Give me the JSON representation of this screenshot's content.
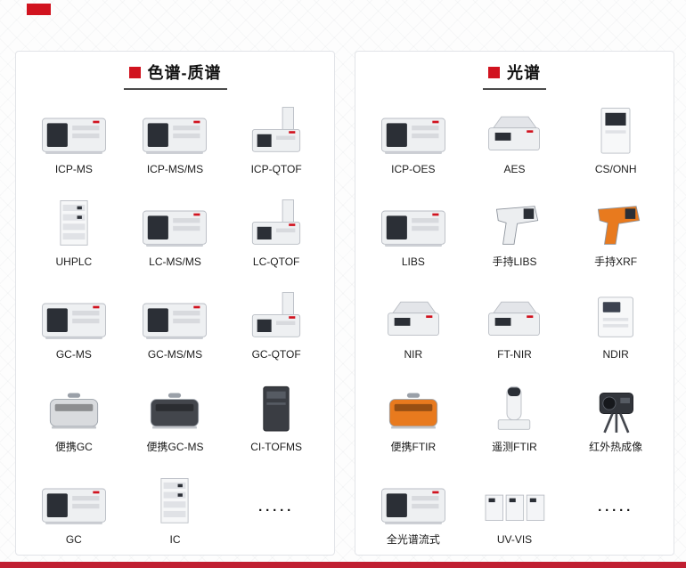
{
  "theme": {
    "accent_red": "#d1131f",
    "footer_red": "#c01f31",
    "title_underline": "#4a4a4a"
  },
  "panels": [
    {
      "title": "色谱-质谱",
      "items": [
        {
          "label": "ICP-MS",
          "icon": "bench"
        },
        {
          "label": "ICP-MS/MS",
          "icon": "bench"
        },
        {
          "label": "ICP-QTOF",
          "icon": "tower"
        },
        {
          "label": "UHPLC",
          "icon": "stack"
        },
        {
          "label": "LC-MS/MS",
          "icon": "bench"
        },
        {
          "label": "LC-QTOF",
          "icon": "tower"
        },
        {
          "label": "GC-MS",
          "icon": "bench"
        },
        {
          "label": "GC-MS/MS",
          "icon": "bench"
        },
        {
          "label": "GC-QTOF",
          "icon": "tower"
        },
        {
          "label": "便携GC",
          "icon": "portable",
          "accent": "#d9dbde"
        },
        {
          "label": "便携GC-MS",
          "icon": "portable",
          "accent": "#43464c"
        },
        {
          "label": "CI-TOFMS",
          "icon": "cabinet",
          "accent": "#3a3d43"
        },
        {
          "label": "GC",
          "icon": "bench"
        },
        {
          "label": "IC",
          "icon": "stack"
        },
        {
          "label": "·····",
          "icon": "dots"
        }
      ]
    },
    {
      "title": "光谱",
      "items": [
        {
          "label": "ICP-OES",
          "icon": "bench"
        },
        {
          "label": "AES",
          "icon": "boxlid"
        },
        {
          "label": "CS/ONH",
          "icon": "cabinet-white"
        },
        {
          "label": "LIBS",
          "icon": "bench"
        },
        {
          "label": "手持LIBS",
          "icon": "handheld",
          "accent": "#eceef0"
        },
        {
          "label": "手持XRF",
          "icon": "handheld",
          "accent": "#e87a1e"
        },
        {
          "label": "NIR",
          "icon": "boxlid"
        },
        {
          "label": "FT-NIR",
          "icon": "boxlid"
        },
        {
          "label": "NDIR",
          "icon": "screenbox"
        },
        {
          "label": "便携FTIR",
          "icon": "portable",
          "accent": "#e87a1e"
        },
        {
          "label": "遥测FTIR",
          "icon": "cylinder"
        },
        {
          "label": "红外热成像",
          "icon": "camera"
        },
        {
          "label": "全光谱流式",
          "icon": "bench"
        },
        {
          "label": "UV-VIS",
          "icon": "trio"
        },
        {
          "label": "·····",
          "icon": "dots"
        }
      ]
    }
  ]
}
